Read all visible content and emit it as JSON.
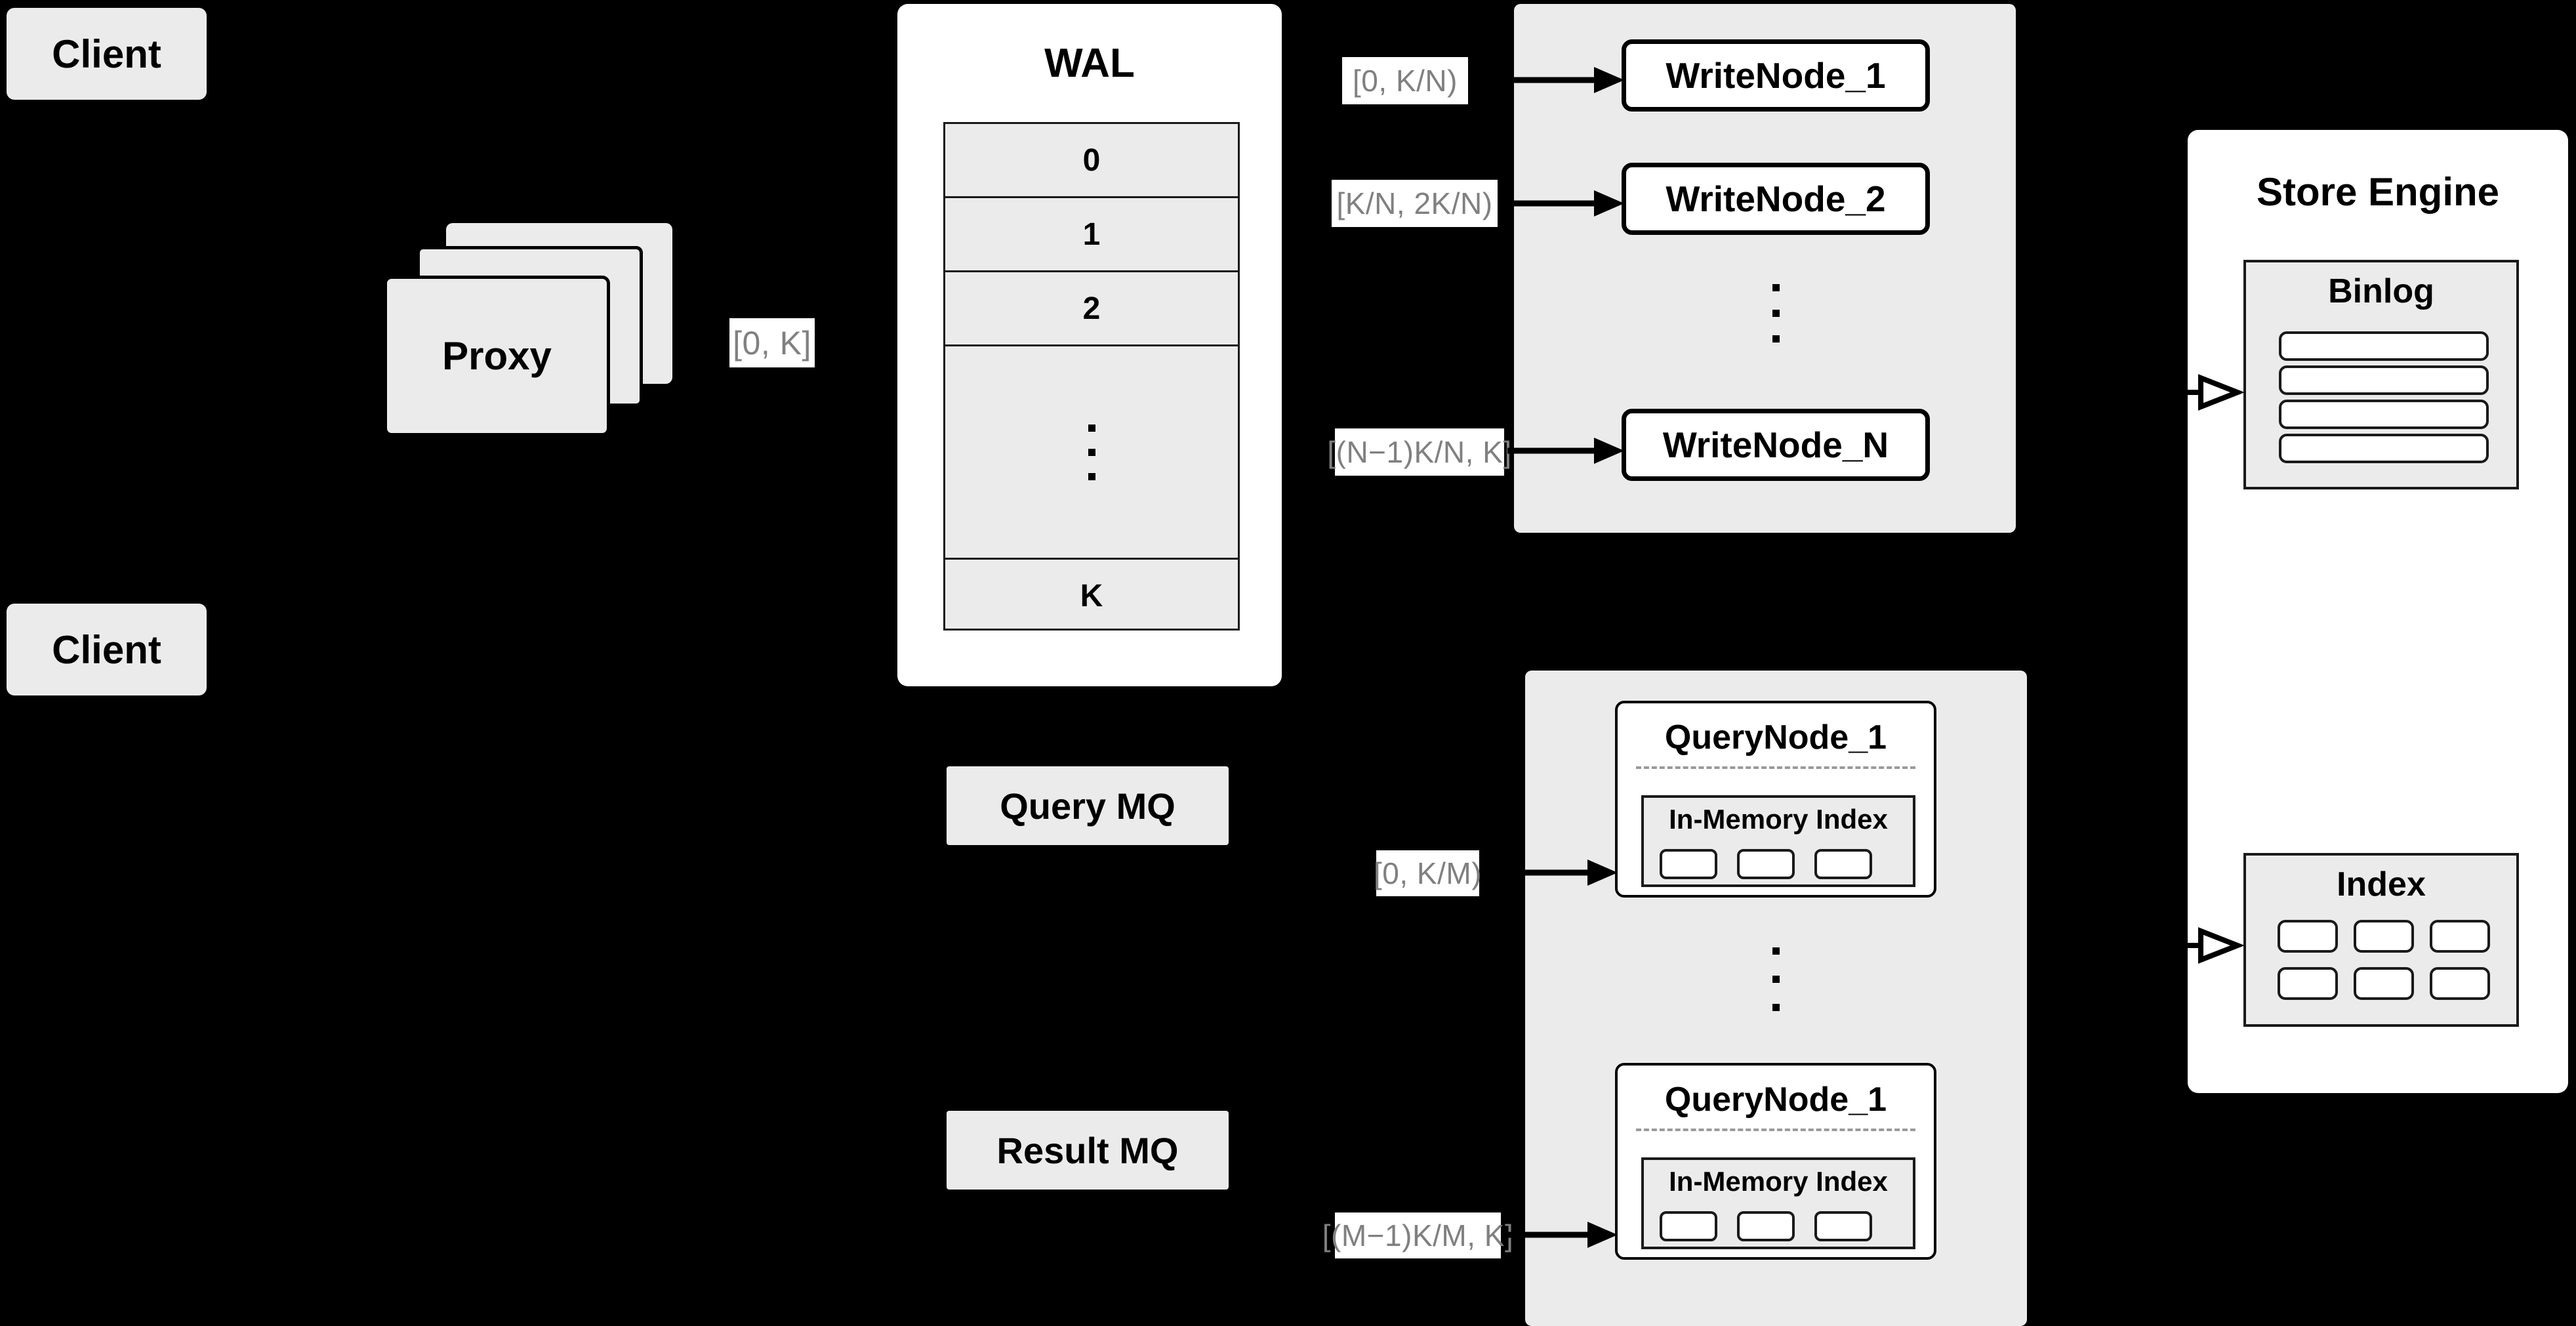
{
  "diagram": {
    "title": "Distributed Write/Query Architecture",
    "background_color": "#000000",
    "node_fill": "#ebebeb",
    "panel_fill": "#ffffff",
    "stroke_color": "#000000",
    "label_text_color": "#808080"
  },
  "clients": [
    {
      "label": "Client"
    },
    {
      "label": "Client"
    }
  ],
  "proxy": {
    "label": "Proxy",
    "stack_count": 3
  },
  "edges": {
    "proxy_to_wal": "[0,  K]",
    "wal_to_writenode_1": "[0,  K/N)",
    "wal_to_writenode_2": "[K/N, 2K/N)",
    "wal_to_writenode_n": "[(N−1)K/N,  K]",
    "mq_to_querynode_1": "[0, K/M)",
    "mq_to_querynode_m": "[(M−1)K/M, K]"
  },
  "wal": {
    "title": "WAL",
    "cells": [
      "0",
      "1",
      "2",
      "⋮",
      "K"
    ],
    "cell_labels": [
      "0",
      "1",
      "2",
      "",
      "K"
    ],
    "ellipsis_dots": 3
  },
  "write_cluster": {
    "nodes": [
      {
        "label": "WriteNode_1"
      },
      {
        "label": "WriteNode_2"
      },
      {
        "label": "WriteNode_N"
      }
    ],
    "ellipsis_dots": 3
  },
  "query_cluster": {
    "nodes": [
      {
        "label": "QueryNode_1",
        "inner_label": "In-Memory Index",
        "chip_count": 3
      },
      {
        "label": "QueryNode_1",
        "inner_label": "In-Memory Index",
        "chip_count": 3
      }
    ],
    "ellipsis_dots": 3
  },
  "message_queues": [
    {
      "label": "Query MQ"
    },
    {
      "label": "Result MQ"
    }
  ],
  "store_engine": {
    "title": "Store Engine",
    "binlog": {
      "title": "Binlog",
      "row_count": 4
    },
    "index": {
      "title": "Index",
      "rows": 2,
      "cols": 3
    }
  }
}
